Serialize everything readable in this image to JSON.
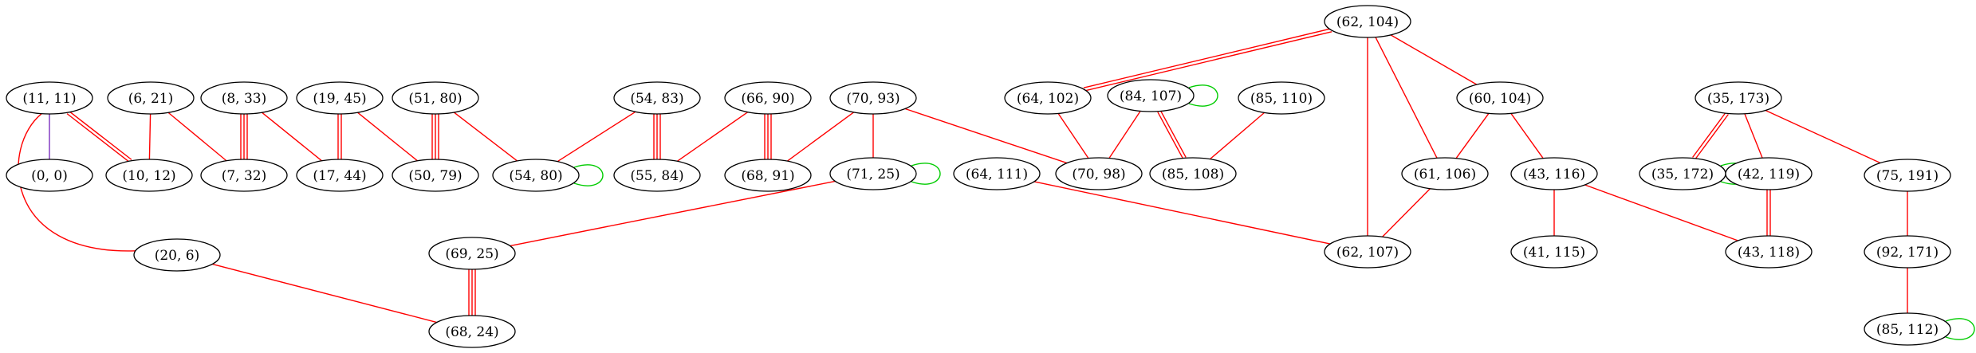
{
  "colors": {
    "edge": "#ff0000",
    "loop": "#00cc00",
    "special": "#7b2fbf",
    "node_stroke": "#000000",
    "node_fill": "#ffffff"
  },
  "nodes": [
    {
      "id": "n_11_11",
      "label": "(11, 11)"
    },
    {
      "id": "n_0_0",
      "label": "(0, 0)"
    },
    {
      "id": "n_10_12",
      "label": "(10, 12)"
    },
    {
      "id": "n_20_6",
      "label": "(20, 6)"
    },
    {
      "id": "n_6_21",
      "label": "(6, 21)"
    },
    {
      "id": "n_8_33",
      "label": "(8, 33)"
    },
    {
      "id": "n_7_32",
      "label": "(7, 32)"
    },
    {
      "id": "n_19_45",
      "label": "(19, 45)"
    },
    {
      "id": "n_17_44",
      "label": "(17, 44)"
    },
    {
      "id": "n_51_80",
      "label": "(51, 80)"
    },
    {
      "id": "n_50_79",
      "label": "(50, 79)"
    },
    {
      "id": "n_54_80",
      "label": "(54, 80)"
    },
    {
      "id": "n_54_83",
      "label": "(54, 83)"
    },
    {
      "id": "n_55_84",
      "label": "(55, 84)"
    },
    {
      "id": "n_66_90",
      "label": "(66, 90)"
    },
    {
      "id": "n_68_91",
      "label": "(68, 91)"
    },
    {
      "id": "n_70_93",
      "label": "(70, 93)"
    },
    {
      "id": "n_71_25",
      "label": "(71, 25)"
    },
    {
      "id": "n_69_25",
      "label": "(69, 25)"
    },
    {
      "id": "n_68_24",
      "label": "(68, 24)"
    },
    {
      "id": "n_64_111",
      "label": "(64, 111)"
    },
    {
      "id": "n_62_104",
      "label": "(62, 104)"
    },
    {
      "id": "n_64_102",
      "label": "(64, 102)"
    },
    {
      "id": "n_84_107",
      "label": "(84, 107)"
    },
    {
      "id": "n_70_98",
      "label": "(70, 98)"
    },
    {
      "id": "n_85_110",
      "label": "(85, 110)"
    },
    {
      "id": "n_85_108",
      "label": "(85, 108)"
    },
    {
      "id": "n_60_104",
      "label": "(60, 104)"
    },
    {
      "id": "n_61_106",
      "label": "(61, 106)"
    },
    {
      "id": "n_62_107",
      "label": "(62, 107)"
    },
    {
      "id": "n_43_116",
      "label": "(43, 116)"
    },
    {
      "id": "n_41_115",
      "label": "(41, 115)"
    },
    {
      "id": "n_35_173",
      "label": "(35, 173)"
    },
    {
      "id": "n_35_172",
      "label": "(35, 172)"
    },
    {
      "id": "n_42_119",
      "label": "(42, 119)"
    },
    {
      "id": "n_43_118",
      "label": "(43, 118)"
    },
    {
      "id": "n_75_191",
      "label": "(75, 191)"
    },
    {
      "id": "n_92_171",
      "label": "(92, 171)"
    },
    {
      "id": "n_85_112",
      "label": "(85, 112)"
    }
  ],
  "edges": [
    {
      "from": "n_11_11",
      "to": "n_0_0",
      "count": 1,
      "color": "special"
    },
    {
      "from": "n_11_11",
      "to": "n_10_12",
      "count": 2
    },
    {
      "from": "n_11_11",
      "to": "n_20_6",
      "count": 1,
      "curve": true
    },
    {
      "from": "n_6_21",
      "to": "n_10_12",
      "count": 1
    },
    {
      "from": "n_6_21",
      "to": "n_7_32",
      "count": 1
    },
    {
      "from": "n_8_33",
      "to": "n_7_32",
      "count": 3
    },
    {
      "from": "n_8_33",
      "to": "n_17_44",
      "count": 1
    },
    {
      "from": "n_19_45",
      "to": "n_17_44",
      "count": 2
    },
    {
      "from": "n_19_45",
      "to": "n_50_79",
      "count": 1
    },
    {
      "from": "n_51_80",
      "to": "n_50_79",
      "count": 3
    },
    {
      "from": "n_51_80",
      "to": "n_54_80",
      "count": 1
    },
    {
      "from": "n_54_83",
      "to": "n_54_80",
      "count": 1
    },
    {
      "from": "n_54_83",
      "to": "n_55_84",
      "count": 3
    },
    {
      "from": "n_66_90",
      "to": "n_55_84",
      "count": 1
    },
    {
      "from": "n_66_90",
      "to": "n_68_91",
      "count": 3
    },
    {
      "from": "n_70_93",
      "to": "n_68_91",
      "count": 1
    },
    {
      "from": "n_70_93",
      "to": "n_71_25",
      "count": 1
    },
    {
      "from": "n_70_93",
      "to": "n_70_98",
      "count": 1
    },
    {
      "from": "n_71_25",
      "to": "n_69_25",
      "count": 1
    },
    {
      "from": "n_69_25",
      "to": "n_68_24",
      "count": 3
    },
    {
      "from": "n_20_6",
      "to": "n_68_24",
      "count": 1
    },
    {
      "from": "n_64_111",
      "to": "n_62_107",
      "count": 1
    },
    {
      "from": "n_62_104",
      "to": "n_64_102",
      "count": 2
    },
    {
      "from": "n_62_104",
      "to": "n_62_107",
      "count": 1
    },
    {
      "from": "n_62_104",
      "to": "n_61_106",
      "count": 1
    },
    {
      "from": "n_62_104",
      "to": "n_60_104",
      "count": 1
    },
    {
      "from": "n_64_102",
      "to": "n_70_98",
      "count": 1
    },
    {
      "from": "n_84_107",
      "to": "n_70_98",
      "count": 1
    },
    {
      "from": "n_84_107",
      "to": "n_85_108",
      "count": 2
    },
    {
      "from": "n_85_110",
      "to": "n_85_108",
      "count": 1
    },
    {
      "from": "n_60_104",
      "to": "n_61_106",
      "count": 1
    },
    {
      "from": "n_60_104",
      "to": "n_43_116",
      "count": 1
    },
    {
      "from": "n_61_106",
      "to": "n_62_107",
      "count": 1
    },
    {
      "from": "n_43_116",
      "to": "n_41_115",
      "count": 1
    },
    {
      "from": "n_43_116",
      "to": "n_43_118",
      "count": 1
    },
    {
      "from": "n_35_173",
      "to": "n_35_172",
      "count": 2
    },
    {
      "from": "n_35_173",
      "to": "n_42_119",
      "count": 1
    },
    {
      "from": "n_35_173",
      "to": "n_75_191",
      "count": 1
    },
    {
      "from": "n_42_119",
      "to": "n_43_118",
      "count": 2
    },
    {
      "from": "n_75_191",
      "to": "n_92_171",
      "count": 1
    },
    {
      "from": "n_92_171",
      "to": "n_85_112",
      "count": 1
    }
  ],
  "self_loops": [
    "n_54_80",
    "n_71_25",
    "n_84_107",
    "n_35_172",
    "n_85_112"
  ]
}
